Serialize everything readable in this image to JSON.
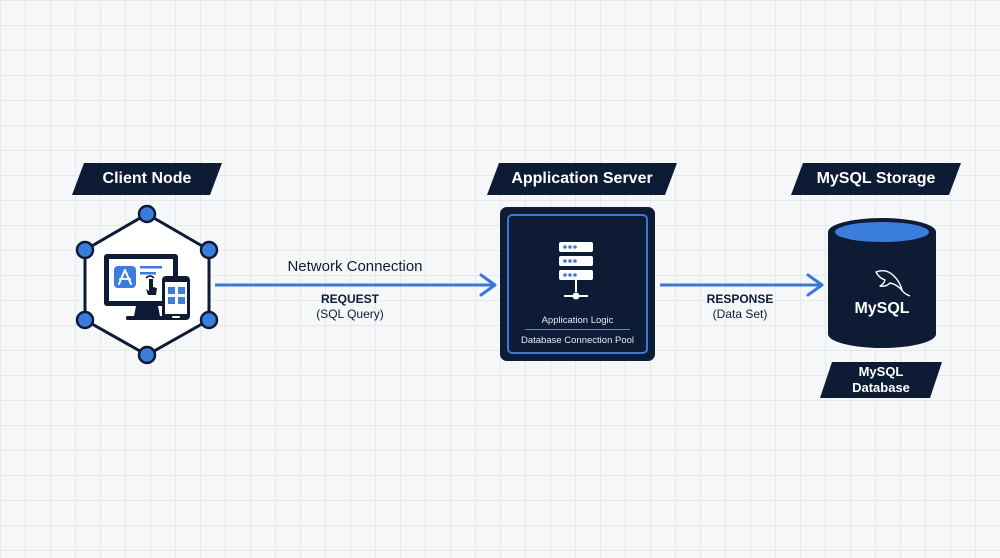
{
  "nodes": {
    "client": {
      "title": "Client Node"
    },
    "app_server": {
      "title": "Application Server",
      "line1": "Application Logic",
      "line2": "Database Connection Pool"
    },
    "storage": {
      "title": "MySQL Storage",
      "logo": "MySQL",
      "db_label_line1": "MySQL",
      "db_label_line2": "Database"
    }
  },
  "edges": {
    "request": {
      "caption": "Network Connection",
      "title": "REQUEST",
      "subtitle": "(SQL Query)"
    },
    "response": {
      "title": "RESPONSE",
      "subtitle": "(Data Set)"
    }
  },
  "colors": {
    "navy": "#0d1b35",
    "accent_blue": "#3a78d6",
    "node_blue": "#3b7ddb",
    "background": "#f6f7f9"
  },
  "icons": [
    "app-store-icon",
    "touch-pointer-icon",
    "server-rack-icon",
    "mysql-dolphin-icon"
  ]
}
